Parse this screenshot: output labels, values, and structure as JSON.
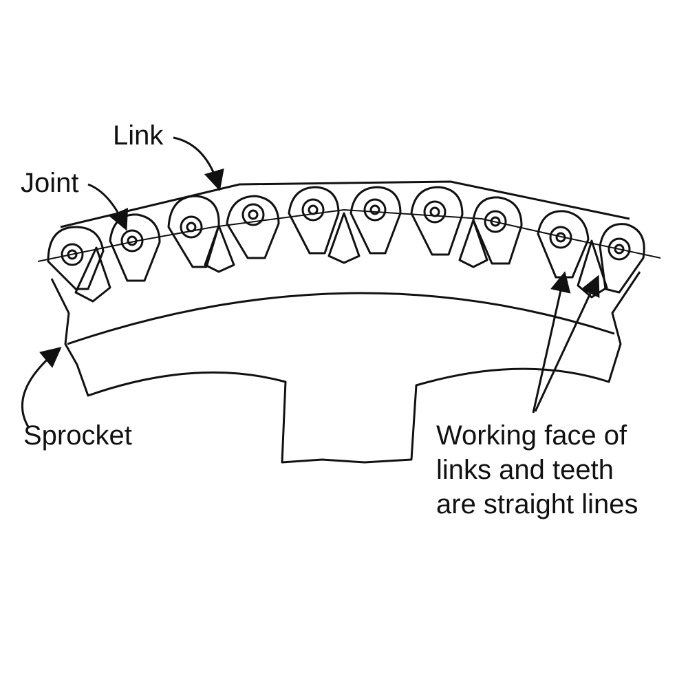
{
  "labels": {
    "link": "Link",
    "joint": "Joint",
    "sprocket": "Sprocket",
    "working_face": [
      "Working face of",
      "links and teeth",
      "are straight lines"
    ]
  },
  "colors": {
    "ink": "#111111",
    "background": "#ffffff"
  }
}
